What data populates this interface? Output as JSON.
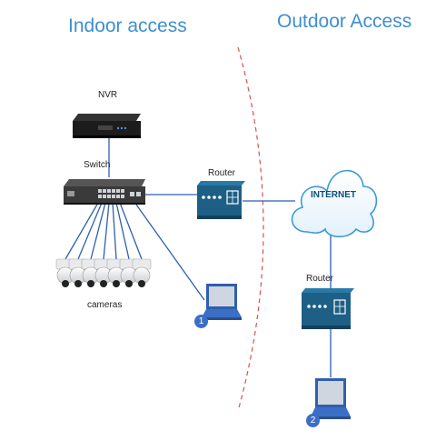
{
  "titles": {
    "indoor": "Indoor access",
    "outdoor": "Outdoor Access"
  },
  "labels": {
    "nvr": "NVR",
    "switch": "Switch",
    "router_indoor": "Router",
    "router_outdoor": "Router",
    "cameras": "cameras",
    "internet": "INTERNET"
  },
  "badges": {
    "one": "1",
    "two": "2"
  },
  "colors": {
    "title_blue": "#3d8fd1",
    "router_teal": "#1e5f86",
    "cable_blue": "#2f5fae",
    "divider_red": "#d9534f",
    "cloud_edge": "#3a9bd8"
  },
  "icons": [
    "nvr-icon",
    "switch-icon",
    "router-icon",
    "camera-icon",
    "cloud-icon",
    "laptop-icon"
  ],
  "camera_count": 7
}
